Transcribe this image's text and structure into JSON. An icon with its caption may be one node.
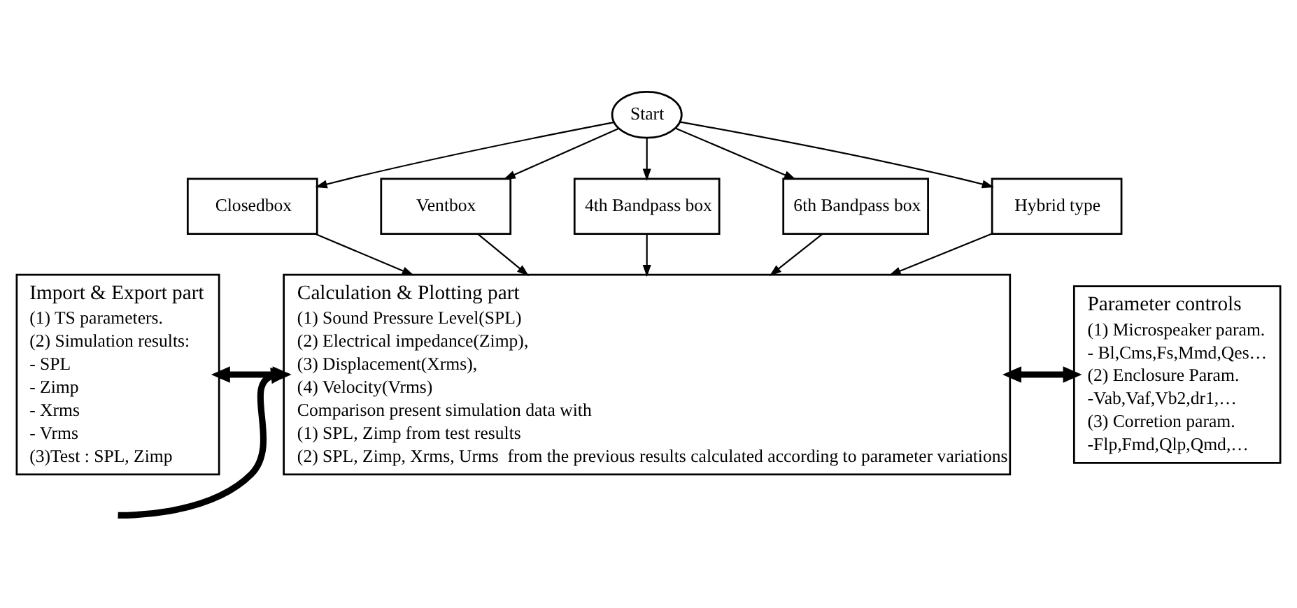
{
  "diagram": {
    "nodes": [
      {
        "text": [
          "Start"
        ]
      },
      {
        "text": [
          "Closedbox"
        ]
      },
      {
        "text": [
          "Ventbox"
        ]
      },
      {
        "text": [
          "4th Bandpass box"
        ]
      },
      {
        "text": [
          "6th Bandpass box"
        ]
      },
      {
        "text": [
          "Hybrid type"
        ]
      },
      {
        "text": [
          "Import & Export part",
          "(1) TS parameters.",
          "(2) Simulation results:",
          "- SPL",
          "- Zimp",
          "- Xrms",
          "- Vrms",
          "(3)Test : SPL, Zimp"
        ]
      },
      {
        "text": [
          "Calculation & Plotting part",
          "(1) Sound Pressure Level(SPL)",
          "(2) Electrical impedance(Zimp),",
          "(3) Displacement(Xrms),",
          "(4) Velocity(Vrms)",
          "Comparison present simulation data with",
          "(1) SPL, Zimp from test results",
          "(2) SPL, Zimp, Xrms, Urms  from the previous results calculated according to parameter variations"
        ]
      },
      {
        "text": [
          "Parameter controls",
          "(1) Microspeaker param.",
          "- Bl,Cms,Fs,Mmd,Qes…",
          "(2) Enclosure Param.",
          "-Vab,Vaf,Vb2,dr1,…",
          "(3) Corretion param.",
          "-Flp,Fmd,Qlp,Qmd,…"
        ]
      }
    ],
    "edges": [
      {
        "from": 0,
        "to": 1,
        "arrow": "to"
      },
      {
        "from": 0,
        "to": 2,
        "arrow": "to"
      },
      {
        "from": 0,
        "to": 3,
        "arrow": "to"
      },
      {
        "from": 0,
        "to": 4,
        "arrow": "to"
      },
      {
        "from": 0,
        "to": 5,
        "arrow": "to"
      },
      {
        "from": 1,
        "to": 7,
        "arrow": "to"
      },
      {
        "from": 2,
        "to": 7,
        "arrow": "to"
      },
      {
        "from": 3,
        "to": 7,
        "arrow": "to"
      },
      {
        "from": 4,
        "to": 7,
        "arrow": "to"
      },
      {
        "from": 5,
        "to": 7,
        "arrow": "to"
      },
      {
        "from": 6,
        "to": 7,
        "arrow": "both",
        "style": "thick"
      },
      {
        "from": 7,
        "to": 8,
        "arrow": "both",
        "style": "thick"
      },
      {
        "from": null,
        "to": 7,
        "arrow": "to",
        "style": "thick"
      }
    ]
  }
}
